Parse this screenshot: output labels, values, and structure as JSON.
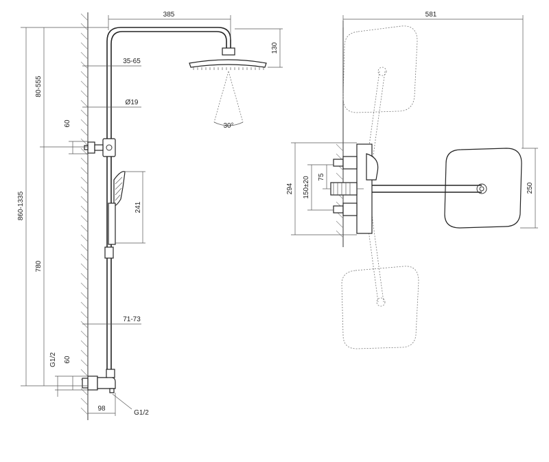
{
  "drawing": {
    "side_view": {
      "dimensions": {
        "arm_reach": "385",
        "head_height": "130",
        "wall_gap_head": "35-65",
        "pipe_diameter": "Ø19",
        "spray_angle": "30°",
        "upper_adjust": "80-555",
        "connection_spacing_top": "60",
        "total_height": "860-1335",
        "hand_shower_length": "241",
        "lower_height": "780",
        "wall_gap_bottom": "71-73",
        "thread_top": "G1/2",
        "connection_spacing_bottom": "60",
        "mixer_depth": "98",
        "thread_bottom": "G1/2"
      }
    },
    "top_view": {
      "dimensions": {
        "overall_width": "581",
        "mixer_height": "294",
        "inlet_spacing": "150±20",
        "inner_spacing": "75",
        "head_width": "250"
      }
    }
  }
}
